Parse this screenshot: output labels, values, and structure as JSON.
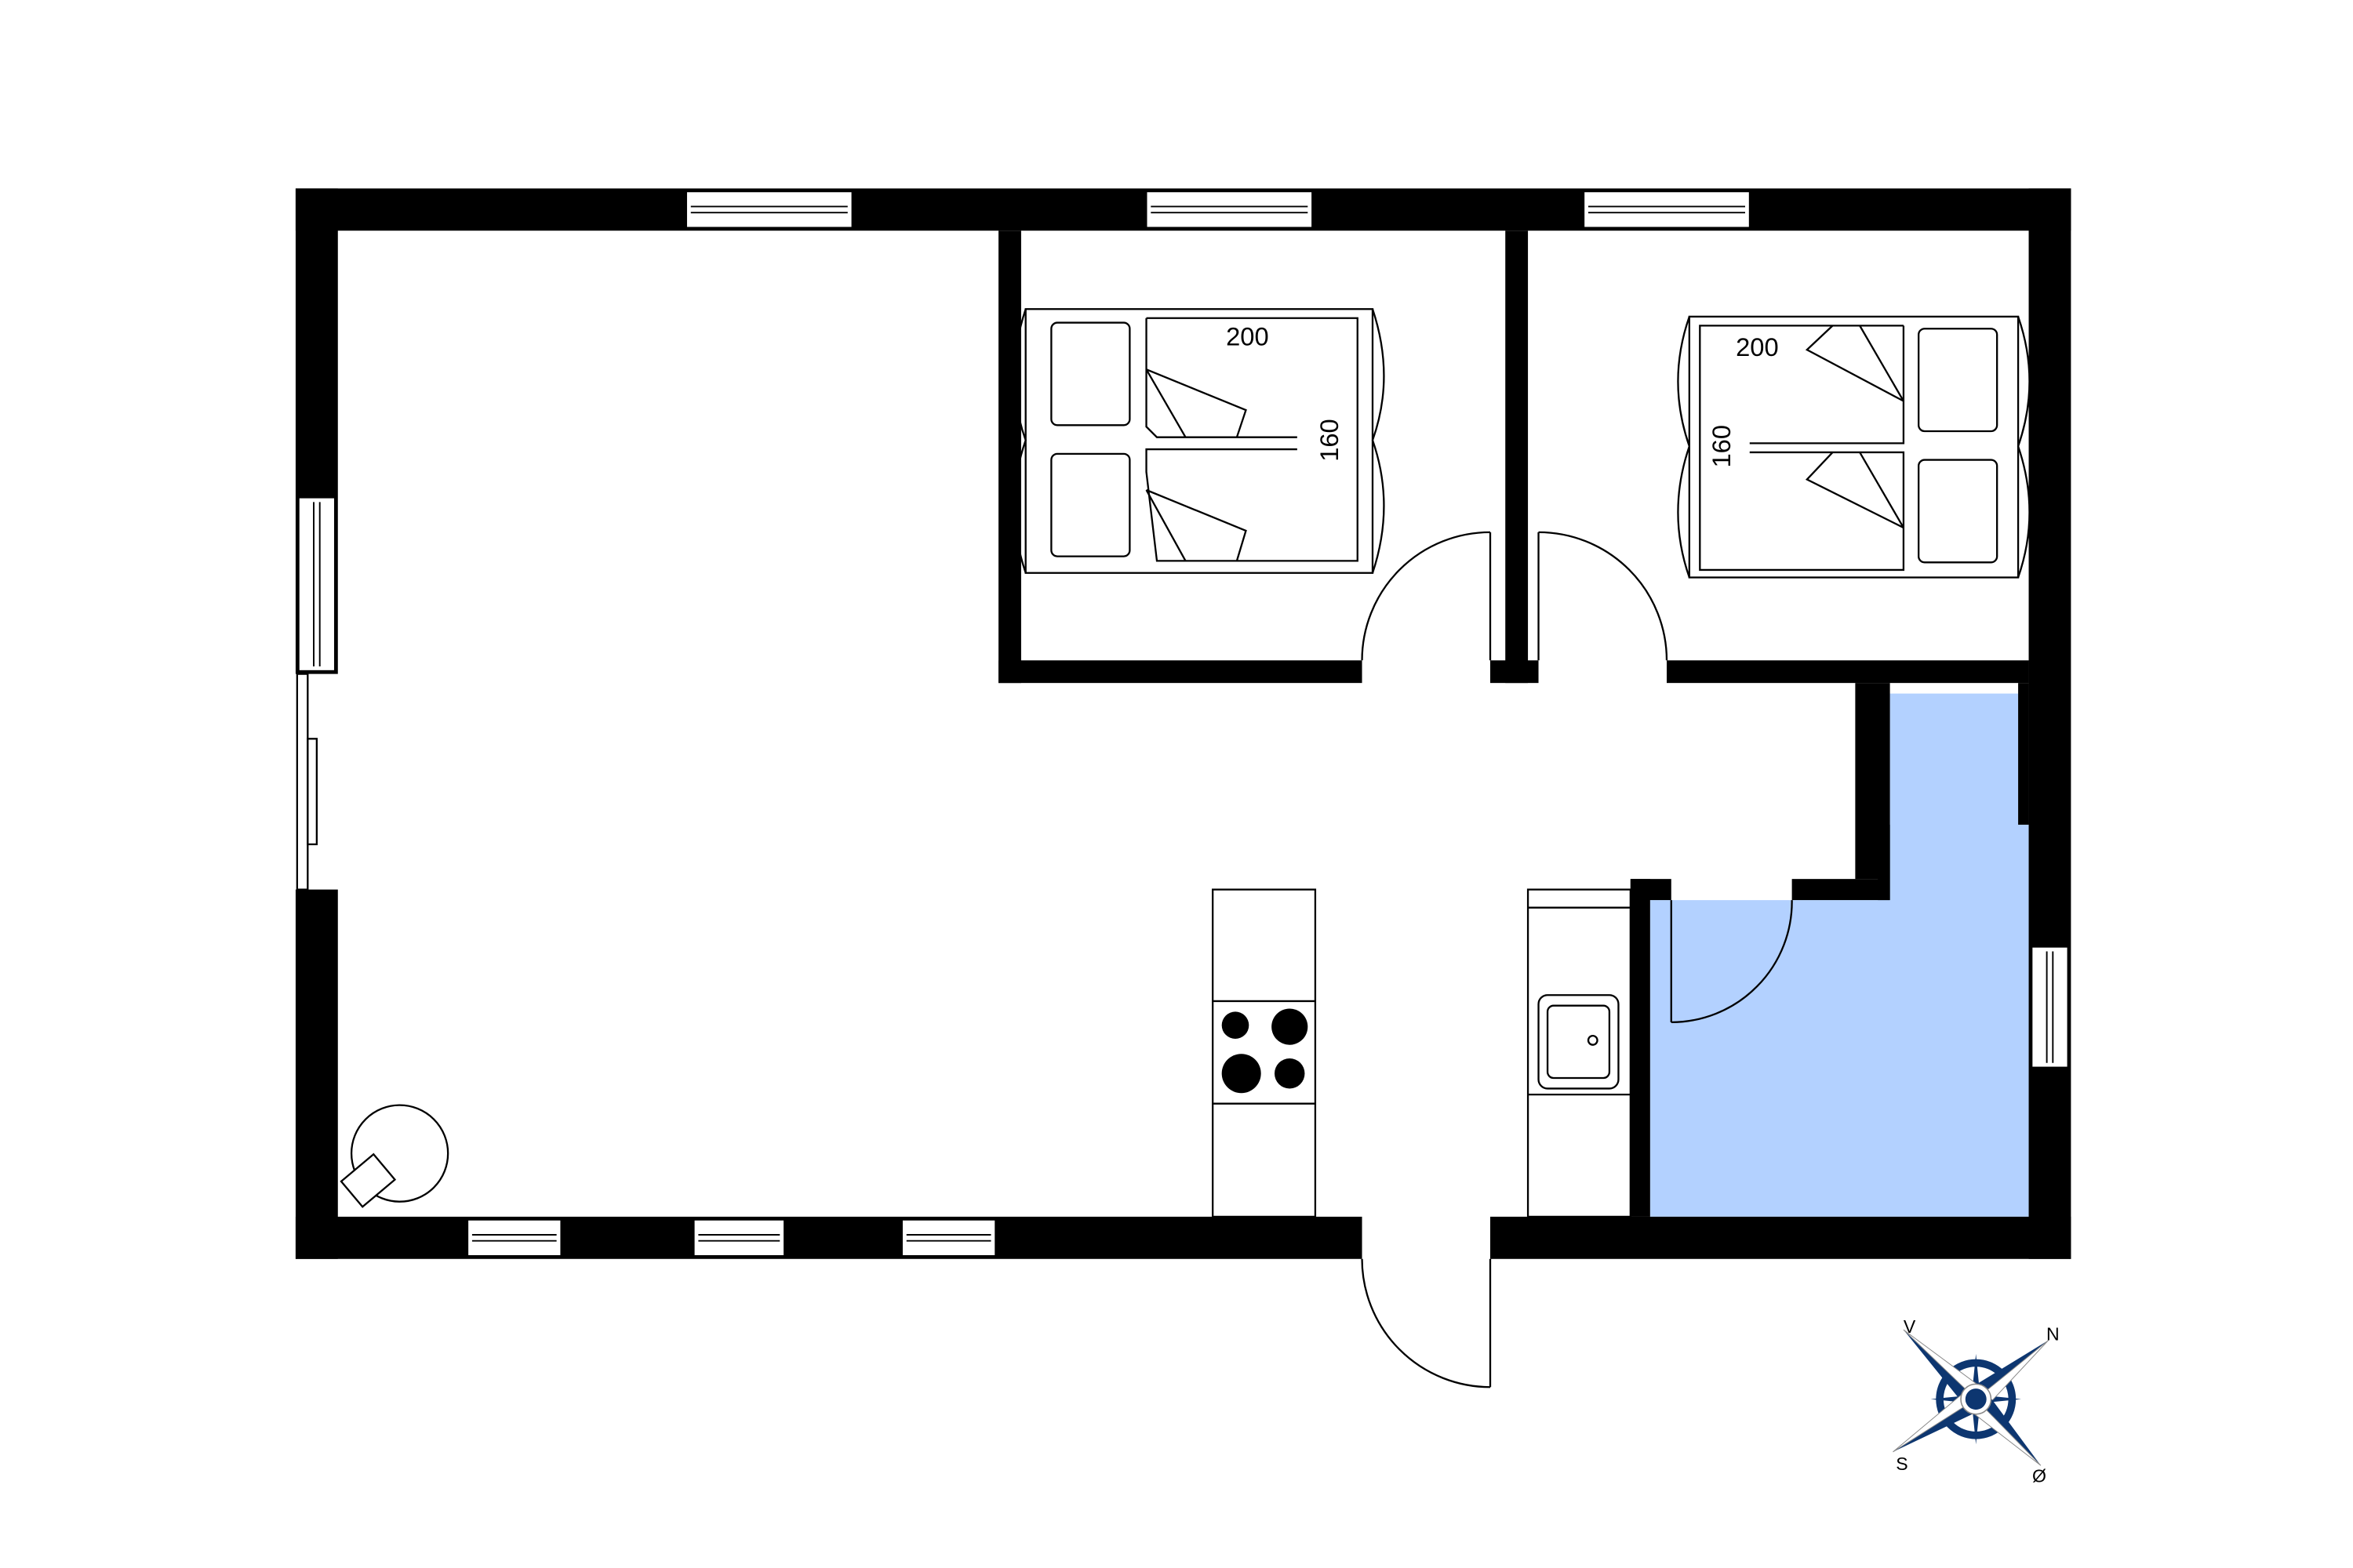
{
  "colors": {
    "wall": "#000000",
    "bathroom": "#b3d1ff",
    "compass": "#0d3670"
  },
  "bedroom_1": {
    "bed_length": "200",
    "bed_width": "160"
  },
  "bedroom_2": {
    "bed_length": "200",
    "bed_width": "160"
  },
  "compass": {
    "north": "N",
    "south": "S",
    "east": "Ø",
    "west": "V",
    "icon": "compass-rose-icon"
  }
}
